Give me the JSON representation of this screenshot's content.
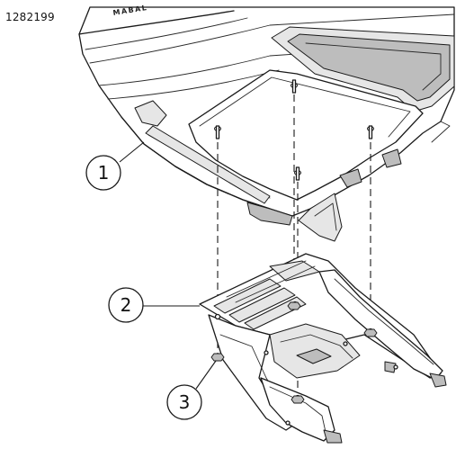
{
  "figure_id": "1282199",
  "hood_badge": "MABAL",
  "callouts": [
    {
      "id": "1",
      "label": "1"
    },
    {
      "id": "2",
      "label": "2"
    },
    {
      "id": "3",
      "label": "3"
    }
  ]
}
